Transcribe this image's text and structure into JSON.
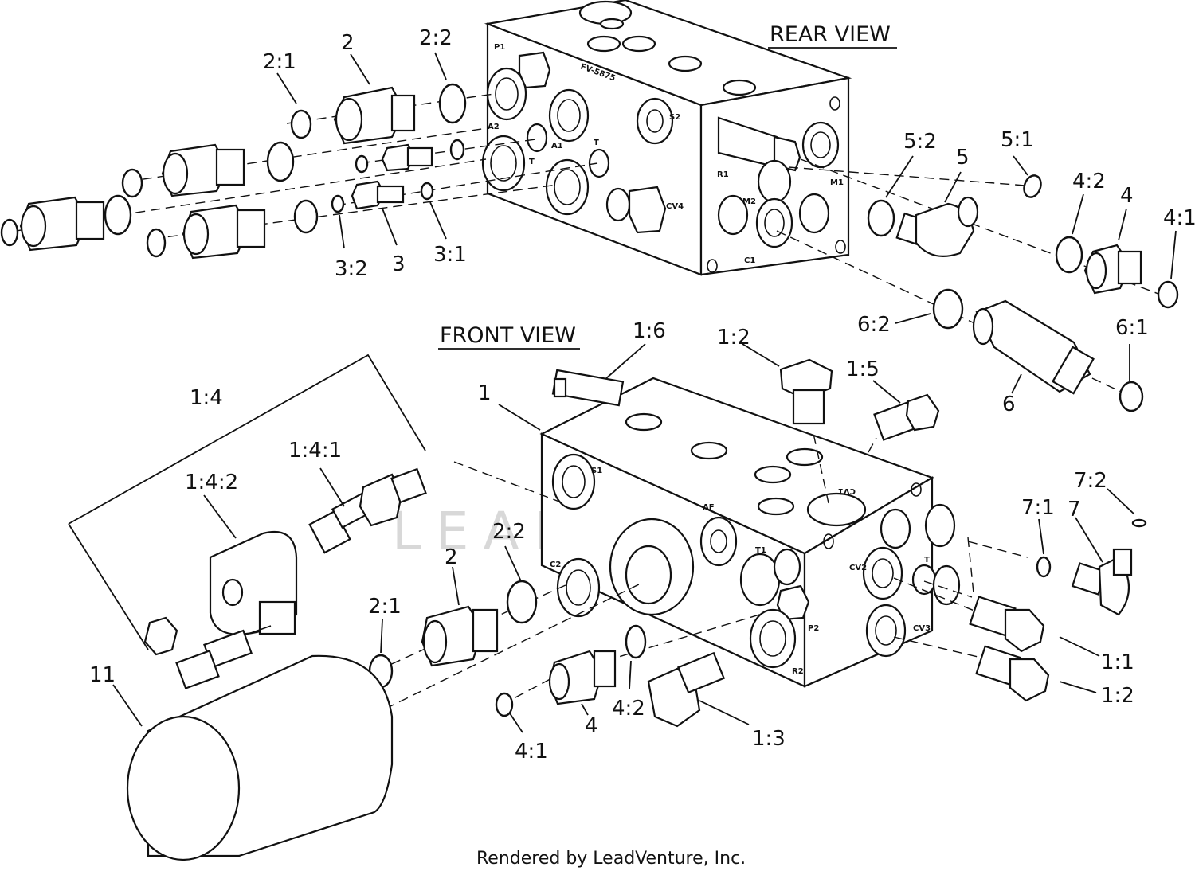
{
  "views": {
    "rear": "REAR VIEW",
    "front": "FRONT VIEW"
  },
  "watermark": "LEADVENTURE",
  "credit": "Rendered by LeadVenture, Inc.",
  "block_markings": {
    "rear": [
      "P1",
      "FV-5875",
      "A2",
      "T",
      "A1",
      "T",
      "S2",
      "R1",
      "M2",
      "M1",
      "C1",
      "CV4"
    ],
    "front": [
      "S1",
      "C2",
      "AF",
      "T1",
      "P2",
      "R2",
      "CV2",
      "T",
      "CV3",
      "CV1"
    ]
  },
  "callouts": [
    {
      "id": "c-2-rear",
      "text": "2"
    },
    {
      "id": "c-2-1-rear",
      "text": "2:1"
    },
    {
      "id": "c-2-2-rear",
      "text": "2:2"
    },
    {
      "id": "c-3-2",
      "text": "3:2"
    },
    {
      "id": "c-3",
      "text": "3"
    },
    {
      "id": "c-3-1",
      "text": "3:1"
    },
    {
      "id": "c-5-2",
      "text": "5:2"
    },
    {
      "id": "c-5",
      "text": "5"
    },
    {
      "id": "c-5-1",
      "text": "5:1"
    },
    {
      "id": "c-4-2-rear",
      "text": "4:2"
    },
    {
      "id": "c-4-rear",
      "text": "4"
    },
    {
      "id": "c-4-1-rear",
      "text": "4:1"
    },
    {
      "id": "c-6-2",
      "text": "6:2"
    },
    {
      "id": "c-6-1",
      "text": "6:1"
    },
    {
      "id": "c-6",
      "text": "6"
    },
    {
      "id": "c-1-6",
      "text": "1:6"
    },
    {
      "id": "c-1-2-top",
      "text": "1:2"
    },
    {
      "id": "c-1-5",
      "text": "1:5"
    },
    {
      "id": "c-1",
      "text": "1"
    },
    {
      "id": "c-1-4",
      "text": "1:4"
    },
    {
      "id": "c-1-4-1",
      "text": "1:4:1"
    },
    {
      "id": "c-1-4-2",
      "text": "1:4:2"
    },
    {
      "id": "c-7-2",
      "text": "7:2"
    },
    {
      "id": "c-7-1",
      "text": "7:1"
    },
    {
      "id": "c-7",
      "text": "7"
    },
    {
      "id": "c-2-2-front",
      "text": "2:2"
    },
    {
      "id": "c-2-front",
      "text": "2"
    },
    {
      "id": "c-2-1-front",
      "text": "2:1"
    },
    {
      "id": "c-11",
      "text": "11"
    },
    {
      "id": "c-4-2-front",
      "text": "4:2"
    },
    {
      "id": "c-4-front",
      "text": "4"
    },
    {
      "id": "c-4-1-front",
      "text": "4:1"
    },
    {
      "id": "c-1-3",
      "text": "1:3"
    },
    {
      "id": "c-1-1",
      "text": "1:1"
    },
    {
      "id": "c-1-2-bottom",
      "text": "1:2"
    }
  ]
}
